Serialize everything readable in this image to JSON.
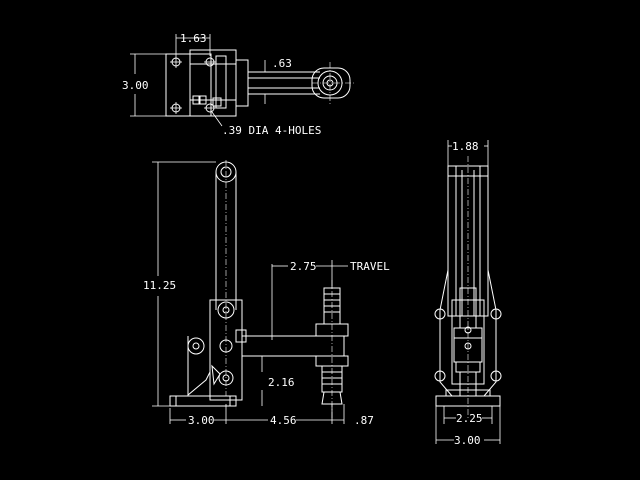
{
  "drawing": {
    "background": "#000000",
    "line_color": "#ffffff",
    "top_view": {
      "dim_width": "1.63",
      "dim_height": "3.00",
      "dim_bar": ".63",
      "note_holes": ".39 DIA 4-HOLES"
    },
    "front_view": {
      "dim_height": "11.25",
      "dim_travel": "2.75",
      "label_travel": "TRAVEL",
      "dim_pivot": "2.16",
      "dim_base": "3.00",
      "dim_arm": "4.56",
      "dim_tip": ".87"
    },
    "side_view": {
      "dim_top": "1.88",
      "dim_mid": "2.25",
      "dim_base": "3.00"
    }
  }
}
